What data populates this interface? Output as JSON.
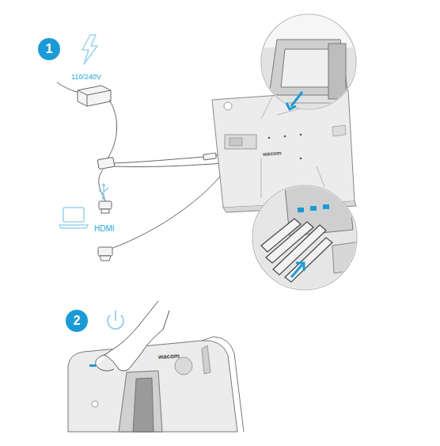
{
  "diagram": {
    "nodes": [
      {
        "text": [
          "1"
        ]
      },
      {
        "text": [
          "2"
        ]
      }
    ],
    "labels": [
      "110/240V",
      "wacom",
      "HDMI",
      "wacom"
    ]
  }
}
